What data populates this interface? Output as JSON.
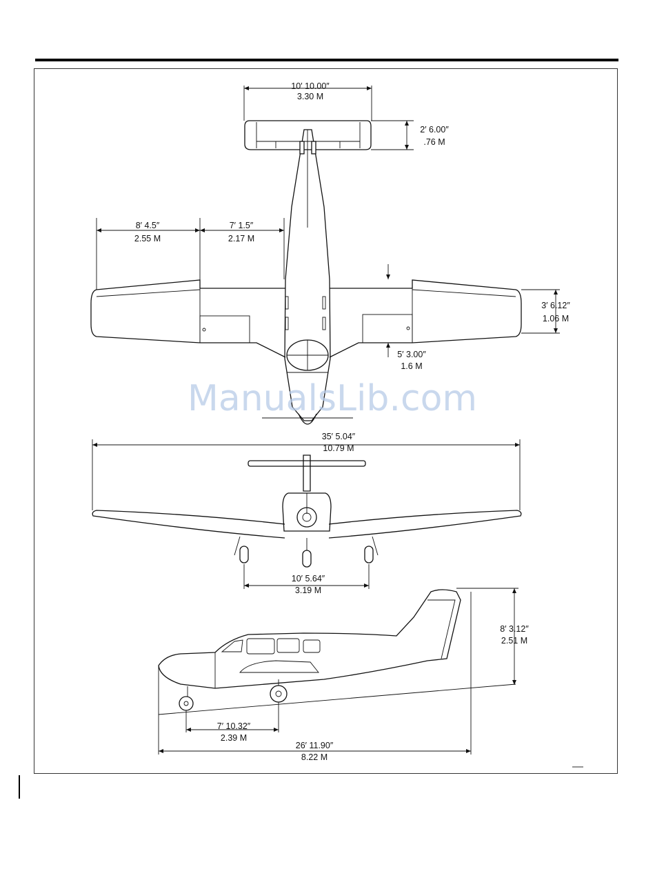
{
  "top_view": {
    "stabilizer_span": {
      "ft": "10′ 10.00″",
      "m": "3.30 M"
    },
    "stabilizer_chord": {
      "ft": "2′ 6.00″",
      "m": ".76 M"
    },
    "outer_panel": {
      "ft": "8′ 4.5″",
      "m": "2.55 M"
    },
    "inner_panel": {
      "ft": "7′ 1.5″",
      "m": "2.17 M"
    },
    "wing_chord": {
      "ft": "3′ 6.12″",
      "m": "1.06 M"
    },
    "root_chord": {
      "ft": "5′ 3.00″",
      "m": "1.6 M"
    }
  },
  "front_view": {
    "wingspan": {
      "ft": "35′ 5.04″",
      "m": "10.79 M"
    },
    "wheel_track": {
      "ft": "10′ 5.64″",
      "m": "3.19 M"
    }
  },
  "side_view": {
    "height": {
      "ft": "8′ 3.12″",
      "m": "2.51 M"
    },
    "wheelbase": {
      "ft": "7′ 10.32″",
      "m": "2.39 M"
    },
    "length": {
      "ft": "26′ 11.90″",
      "m": "8.22 M"
    }
  },
  "watermark": "ManualsLib.com"
}
